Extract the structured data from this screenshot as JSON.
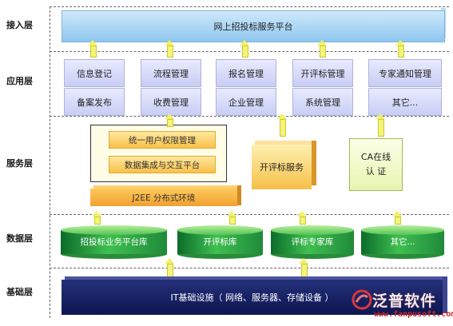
{
  "layers": [
    "接入层",
    "应用层",
    "服务层",
    "数据层",
    "基础层"
  ],
  "access": {
    "title": "网上招投标服务平台"
  },
  "app": {
    "row1": [
      "信息登记",
      "流程管理",
      "报名管理",
      "开评标管理",
      "专家通知管理"
    ],
    "row2": [
      "备案发布",
      "收费管理",
      "企业管理",
      "系统管理",
      "其它..."
    ]
  },
  "service": {
    "auth": "统一用户权限管理",
    "integration": "数据集成与交互平台",
    "j2ee": "J2EE 分布式环境",
    "bid_open": "开评标服务",
    "ca_line1": "CA在线",
    "ca_line2": "认 证"
  },
  "data": [
    "招投标业务平台库",
    "开评标库",
    "评标专家库",
    "其它..."
  ],
  "base": {
    "title": "IT基础设施（ 网络、服务器、存储设备 ）"
  },
  "watermark": {
    "brand": "泛普软件",
    "url": "www.fanpusoft.com"
  }
}
